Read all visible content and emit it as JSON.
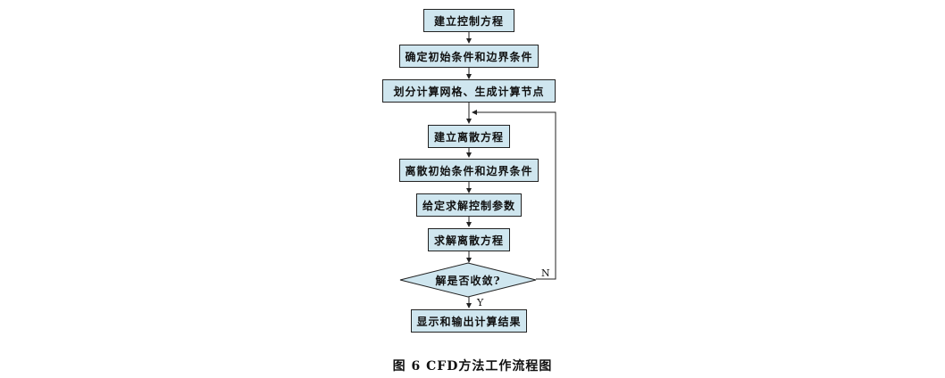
{
  "flowchart": {
    "steps": [
      "建立控制方程",
      "确定初始条件和边界条件",
      "划分计算网格、生成计算节点",
      "建立离散方程",
      "离散初始条件和边界条件",
      "给定求解控制参数",
      "求解离散方程"
    ],
    "decision": "解是否收敛?",
    "decision_no": "N",
    "decision_yes": "Y",
    "final_step": "显示和输出计算结果"
  },
  "caption": "图 6 CFD方法工作流程图",
  "colors": {
    "box_fill": "#cfe6ef",
    "stroke": "#222222"
  }
}
